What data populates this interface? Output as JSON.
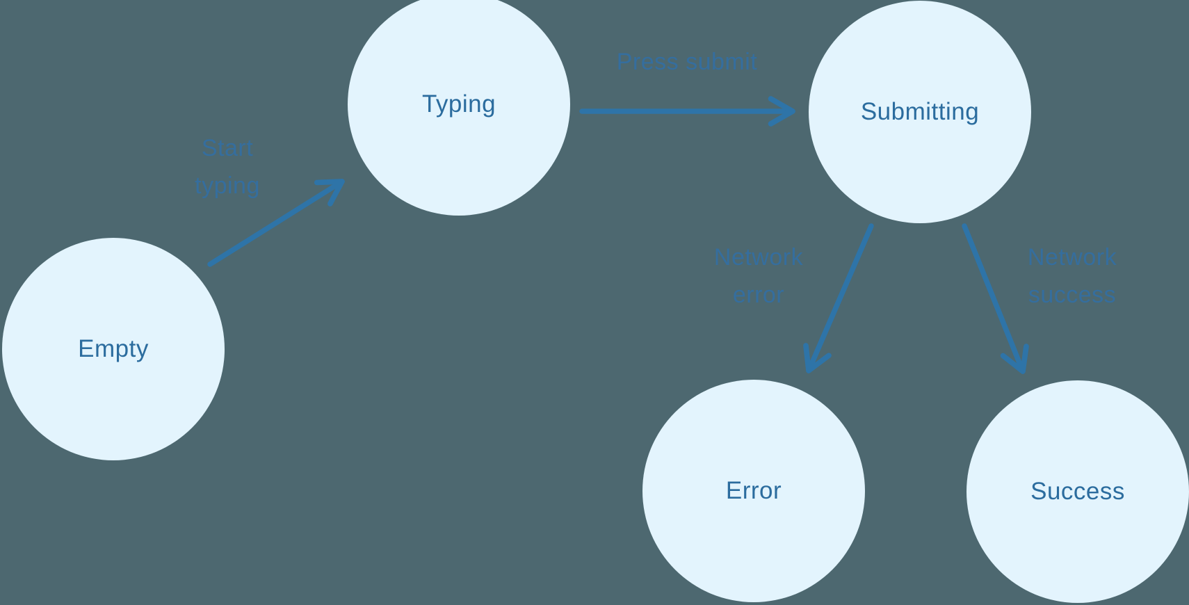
{
  "diagram": {
    "type": "state-machine",
    "background_color": "#4D6870",
    "node_fill_color": "#E3F4FD",
    "node_text_color": "#2B6C9E",
    "arrow_color": "#2E74A8",
    "edge_label_color": "#356E9E",
    "nodes": [
      {
        "id": "empty",
        "label": "Empty"
      },
      {
        "id": "typing",
        "label": "Typing"
      },
      {
        "id": "submitting",
        "label": "Submitting"
      },
      {
        "id": "error",
        "label": "Error"
      },
      {
        "id": "success",
        "label": "Success"
      }
    ],
    "edges": [
      {
        "from": "empty",
        "to": "typing",
        "label": "Start typing"
      },
      {
        "from": "typing",
        "to": "submitting",
        "label": "Press submit"
      },
      {
        "from": "submitting",
        "to": "error",
        "label": "Network error"
      },
      {
        "from": "submitting",
        "to": "success",
        "label": "Network success"
      }
    ]
  }
}
